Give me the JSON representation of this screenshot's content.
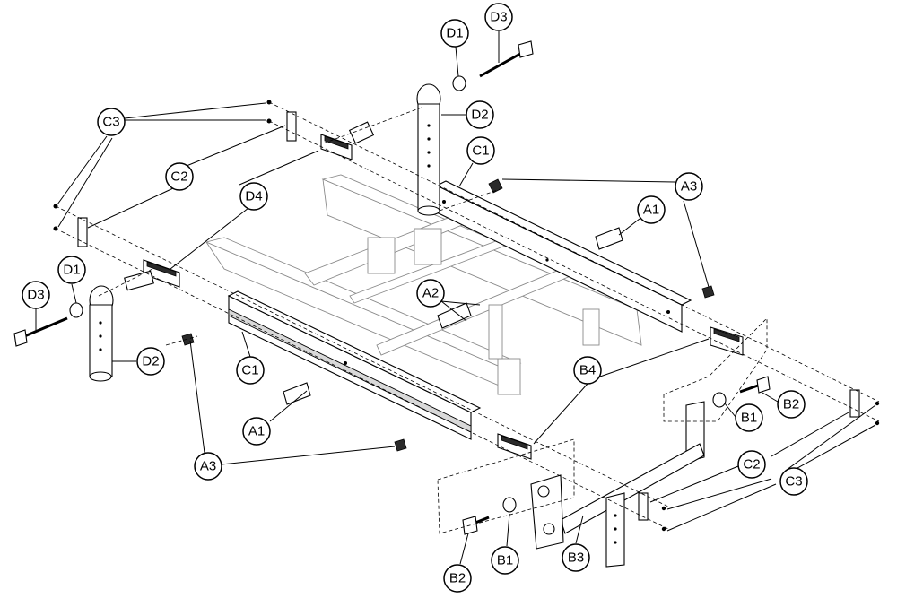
{
  "callouts": {
    "d1_top": "D1",
    "d3_top": "D3",
    "d2_top": "D2",
    "c3_top": "C3",
    "c1_top": "C1",
    "c2_left": "C2",
    "a3_top": "A3",
    "d4": "D4",
    "a1_top": "A1",
    "d1_left": "D1",
    "d3_left": "D3",
    "a2": "A2",
    "d2_left": "D2",
    "c1_left": "C1",
    "b4": "B4",
    "b2_right": "B2",
    "b1_right": "B1",
    "a1_bottom": "A1",
    "a3_bottom": "A3",
    "c2_right": "C2",
    "c3_right": "C3",
    "b2_bottom": "B2",
    "b1_bottom": "B1",
    "b3": "B3"
  },
  "colors": {
    "line": "#000000",
    "frame": "#8a8a8a",
    "background": "#ffffff"
  }
}
